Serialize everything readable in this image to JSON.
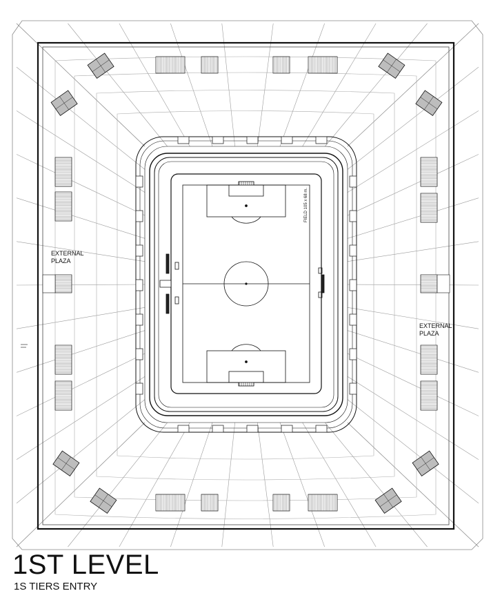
{
  "drawing": {
    "title": "1ST LEVEL",
    "subtitle": "1S TIERS ENTRY",
    "field_label": "FIELD 105 x 68 m.",
    "plaza_left": [
      "EXTERNAL",
      "PLAZA"
    ],
    "plaza_right": [
      "EXTERNAL",
      "PLAZA"
    ]
  }
}
